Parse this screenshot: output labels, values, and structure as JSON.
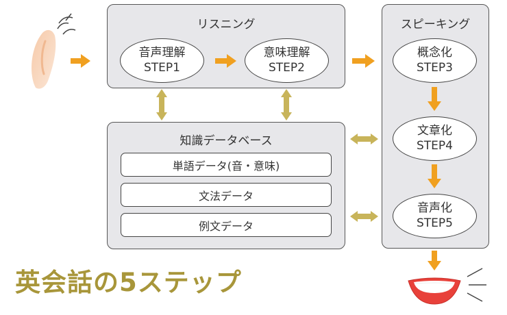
{
  "listening": {
    "title": "リスニング",
    "step1": {
      "name": "音声理解",
      "label": "STEP1"
    },
    "step2": {
      "name": "意味理解",
      "label": "STEP2"
    }
  },
  "speaking": {
    "title": "スピーキング",
    "step3": {
      "name": "概念化",
      "label": "STEP3"
    },
    "step4": {
      "name": "文章化",
      "label": "STEP4"
    },
    "step5": {
      "name": "音声化",
      "label": "STEP5"
    }
  },
  "knowledge": {
    "title": "知識データベース",
    "rows": [
      "単語データ(音・意味)",
      "文法データ",
      "例文データ"
    ]
  },
  "footer": {
    "title": "英会話の5ステップ"
  },
  "colors": {
    "arrow": "#f0a020",
    "double_arrow": "#c8b45a",
    "title": "#a8963a",
    "panel": "#e7e7ea"
  }
}
